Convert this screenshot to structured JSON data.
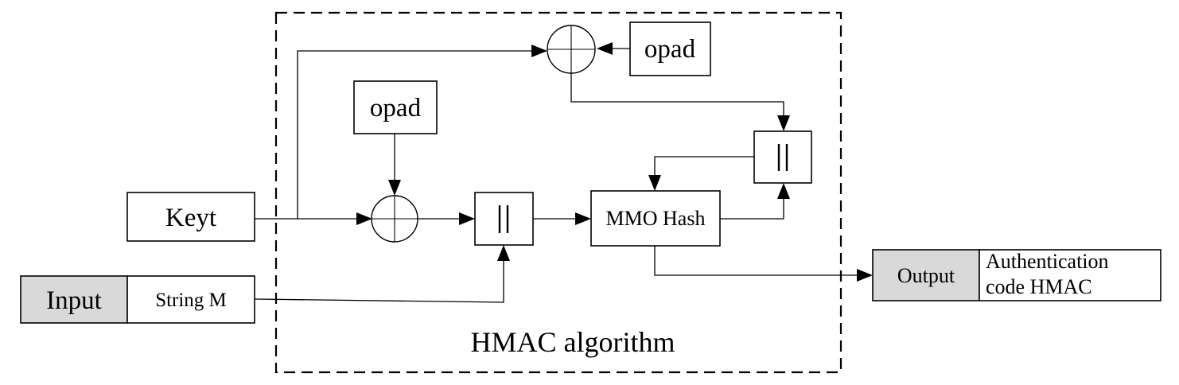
{
  "diagram": {
    "frame_label": "HMAC algorithm",
    "key_box": {
      "label": "Keyt"
    },
    "input_box": {
      "label": "Input"
    },
    "message_box": {
      "label": "String M"
    },
    "top_pad_box": {
      "label": "opad"
    },
    "inner_pad_box": {
      "label": "opad"
    },
    "concat_symbol": "||",
    "hash_box": {
      "label": "MMO Hash"
    },
    "output_box": {
      "label": "Output"
    },
    "result_box": {
      "line1": "Authentication",
      "line2": "code HMAC"
    },
    "colors": {
      "gray_fill": "#d9d9d9",
      "stroke": "#000000"
    },
    "icons": [
      "xor-icon",
      "concat-icon",
      "arrow-icon"
    ]
  }
}
